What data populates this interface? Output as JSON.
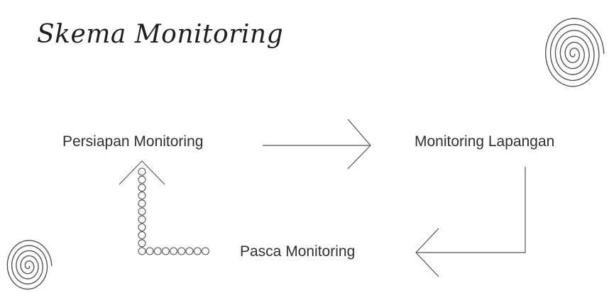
{
  "diagram": {
    "title": "Skema Monitoring",
    "nodes": {
      "persiapan": "Persiapan Monitoring",
      "lapangan": "Monitoring Lapangan",
      "pasca": "Pasca Monitoring"
    },
    "edges": [
      {
        "from": "Persiapan Monitoring",
        "to": "Monitoring Lapangan",
        "style": "thin-arrow"
      },
      {
        "from": "Monitoring Lapangan",
        "to": "Pasca Monitoring",
        "style": "elbow-arrow"
      },
      {
        "from": "Pasca Monitoring",
        "to": "Persiapan Monitoring",
        "style": "dotted-circle-arrow"
      }
    ],
    "decorations": [
      "spiral-icon",
      "spiral-icon"
    ],
    "colors": {
      "line": "#555555",
      "text": "#303030"
    }
  }
}
